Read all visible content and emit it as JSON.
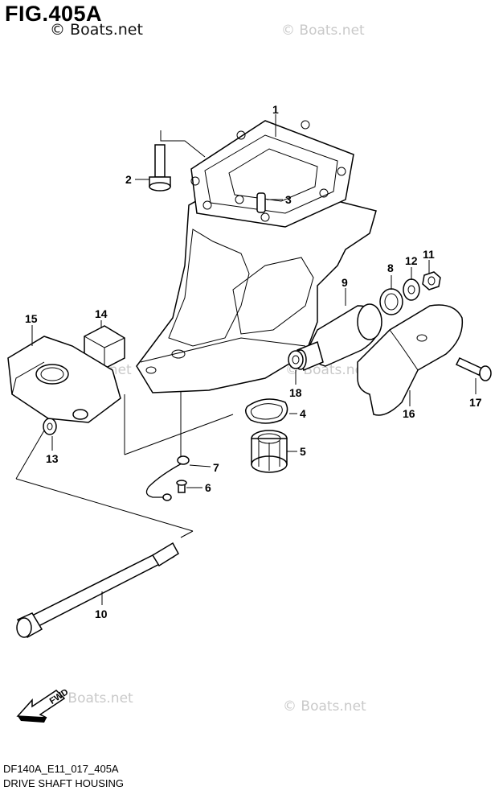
{
  "figure_title": "FIG.405A",
  "copyright_main": "© Boats.net",
  "watermarks": [
    "© Boats.net",
    "© Boats.net",
    "© Boats.net",
    "© Boats.net",
    "© Boats.net"
  ],
  "drawing_code": "DF140A_E11_017_405A",
  "caption": "DRIVE SHAFT HOUSING",
  "fwd_label": "FWD",
  "callouts": {
    "p1": "1",
    "p2": "2",
    "p3": "3",
    "p4": "4",
    "p5": "5",
    "p6": "6",
    "p7": "7",
    "p8": "8",
    "p9": "9",
    "p10": "10",
    "p11": "11",
    "p12": "12",
    "p13": "13",
    "p14": "14",
    "p15": "15",
    "p16": "16",
    "p17": "17",
    "p18": "18"
  }
}
